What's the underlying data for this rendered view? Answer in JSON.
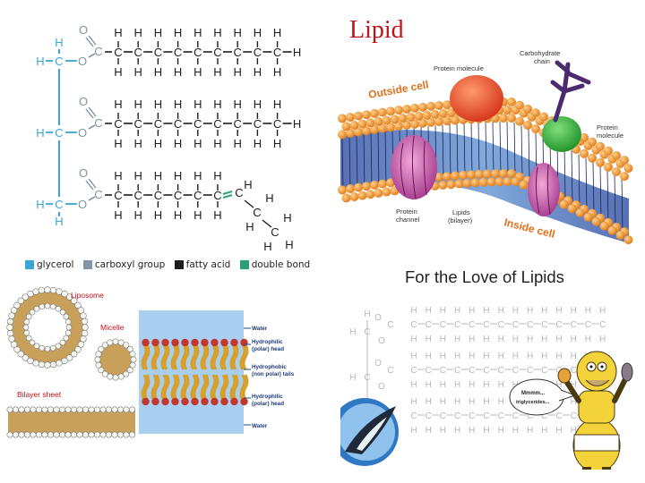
{
  "title": "Lipid",
  "colors": {
    "glycerol": "#3aa6d6",
    "carboxyl": "#7f96a6",
    "fatty_acid": "#1e1e1e",
    "double_bond": "#2aa07a",
    "title_red": "#c0121a"
  },
  "legend": [
    {
      "label": "glycerol",
      "color": "#3aa6d6"
    },
    {
      "label": "carboxyl group",
      "color": "#7f96a6"
    },
    {
      "label": "fatty acid",
      "color": "#1e1e1e"
    },
    {
      "label": "double bond",
      "color": "#2aa07a"
    }
  ],
  "membrane": {
    "outside": "Outside cell",
    "inside": "Inside cell",
    "protein_molecule_top": "Protein molecule",
    "carbohydrate": [
      "Carbohydrate",
      "chain"
    ],
    "protein_molecule_right": [
      "Protein",
      "molecule"
    ],
    "protein_channel": [
      "Protein",
      "channel"
    ],
    "lipid_bilayer": [
      "Lipids",
      "(bilayer)"
    ]
  },
  "structures": {
    "liposome": "Liposome",
    "micelle": "Micelle",
    "bilayer_sheet": "Bilayer sheet",
    "labels": [
      "Water",
      "Hydrophilic",
      "(polar) head",
      "Hydrophobic",
      "(non polar) tails",
      "Hydrophilic",
      "(polar) head",
      "Water"
    ]
  },
  "love": {
    "title": "For the Love of Lipids",
    "speech": [
      "Mmmm...",
      "triglycerides..."
    ]
  }
}
